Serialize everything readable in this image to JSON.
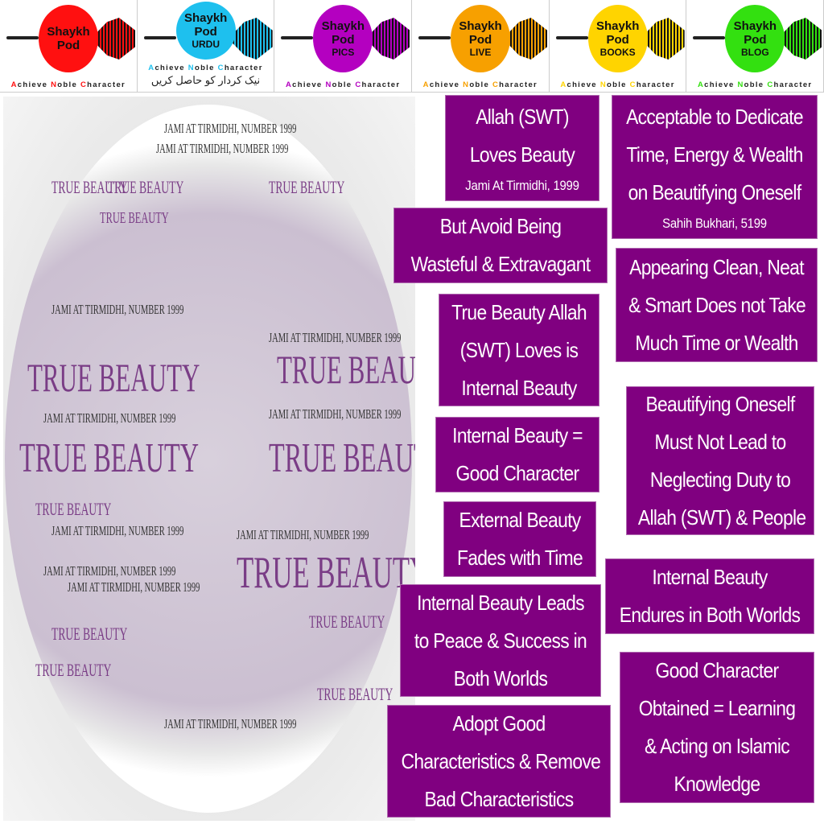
{
  "logos": [
    {
      "line1": "Shaykh",
      "line2": "Pod",
      "line3": "",
      "color": "#ff1010",
      "tagline": [
        "A",
        "chieve ",
        "N",
        "oble ",
        "C",
        "haracter"
      ]
    },
    {
      "line1": "Shaykh",
      "line2": "Pod",
      "line3": "URDU",
      "color": "#1ec0ee",
      "tagline": [
        "A",
        "chieve ",
        "N",
        "oble ",
        "C",
        "haracter"
      ],
      "urdu": "نیک کردار کو حاصل کریں"
    },
    {
      "line1": "Shaykh",
      "line2": "Pod",
      "line3": "PICS",
      "color": "#b400c0",
      "tagline": [
        "A",
        "chieve ",
        "N",
        "oble ",
        "C",
        "haracter"
      ]
    },
    {
      "line1": "Shaykh",
      "line2": "Pod",
      "line3": "LIVE",
      "color": "#f7a000",
      "tagline": [
        "A",
        "chieve ",
        "N",
        "oble ",
        "C",
        "haracter"
      ]
    },
    {
      "line1": "Shaykh",
      "line2": "Pod",
      "line3": "BOOKS",
      "color": "#ffd400",
      "tagline": [
        "A",
        "chieve ",
        "N",
        "oble ",
        "C",
        "haracter"
      ]
    },
    {
      "line1": "Shaykh",
      "line2": "Pod",
      "line3": "BLOG",
      "color": "#33e010",
      "tagline": [
        "A",
        "chieve ",
        "N",
        "oble ",
        "C",
        "haracter"
      ]
    }
  ],
  "cloud": {
    "big": "TRUE BEAUTY",
    "small": "JAMI AT TIRMIDHI, NUMBER 1999"
  },
  "accent": "#800080",
  "boxes": [
    {
      "lines": [
        "Allah (SWT)",
        "Loves Beauty"
      ],
      "source": "Jami At Tirmidhi, 1999"
    },
    {
      "lines": [
        "Acceptable to Dedicate",
        "Time, Energy & Wealth",
        "on Beautifying Oneself"
      ],
      "source": "Sahih Bukhari, 5199"
    },
    {
      "lines": [
        "But Avoid Being",
        "Wasteful & Extravagant"
      ]
    },
    {
      "lines": [
        "Appearing Clean, Neat",
        "& Smart Does not Take",
        "Much Time or Wealth"
      ]
    },
    {
      "lines": [
        "True Beauty Allah",
        "(SWT) Loves is",
        "Internal Beauty"
      ]
    },
    {
      "lines": [
        "Beautifying Oneself",
        "Must Not Lead to",
        "Neglecting Duty to",
        "Allah (SWT) & People"
      ]
    },
    {
      "lines": [
        "Internal Beauty =",
        "Good Character"
      ]
    },
    {
      "lines": [
        "External Beauty",
        "Fades with Time"
      ]
    },
    {
      "lines": [
        "Internal Beauty",
        "Endures in Both Worlds"
      ]
    },
    {
      "lines": [
        "Internal Beauty Leads",
        "to Peace & Success in",
        "Both Worlds"
      ]
    },
    {
      "lines": [
        "Good Character",
        "Obtained = Learning",
        "& Acting on Islamic",
        "Knowledge"
      ]
    },
    {
      "lines": [
        "Adopt Good",
        "Characteristics & Remove",
        "Bad Characteristics"
      ]
    }
  ]
}
